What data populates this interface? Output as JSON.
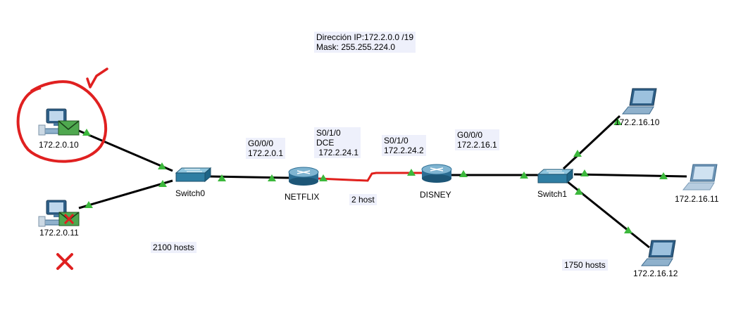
{
  "network_note": {
    "line1": "Dirección IP:172.2.0.0 /19",
    "line2": "Mask: 255.255.224.0"
  },
  "devices": {
    "pc0": {
      "label": "172.2.0.10",
      "type": "pc-icon",
      "status": "success"
    },
    "pc1": {
      "label": "172.2.0.11",
      "type": "pc-icon",
      "status": "failed"
    },
    "switch0": {
      "label": "Switch0",
      "type": "switch-icon"
    },
    "netflix": {
      "label": "NETFLIX",
      "type": "router-icon"
    },
    "disney": {
      "label": "DISNEY",
      "type": "router-icon"
    },
    "switch1": {
      "label": "Switch1",
      "type": "switch-icon"
    },
    "laptop0": {
      "label": "172.2.16.10",
      "type": "laptop-icon"
    },
    "laptop1": {
      "label": "172.2.16.11",
      "type": "laptop-icon"
    },
    "laptop2": {
      "label": "172.2.16.12",
      "type": "laptop-icon"
    }
  },
  "interface_notes": {
    "netflix_g0": {
      "line1": "G0/0/0",
      "line2": "172.2.0.1"
    },
    "netflix_s0": {
      "line1": "S0/1/0",
      "line2": "DCE",
      "line3": " 172.2.24.1"
    },
    "disney_s0": {
      "line1": "S0/1/0",
      "line2": "172.2.24.2"
    },
    "disney_g0": {
      "line1": "G0/0/0",
      "line2": "172.2.16.1"
    }
  },
  "host_notes": {
    "lan_left": "2100 hosts",
    "wan": "2 host",
    "lan_right": "1750 hosts"
  },
  "colors": {
    "link": "#000000",
    "serial_link": "#e0201c",
    "port_up": "#3cb83c",
    "annotation_red": "#e02020",
    "note_bg": "#eef0fb"
  }
}
